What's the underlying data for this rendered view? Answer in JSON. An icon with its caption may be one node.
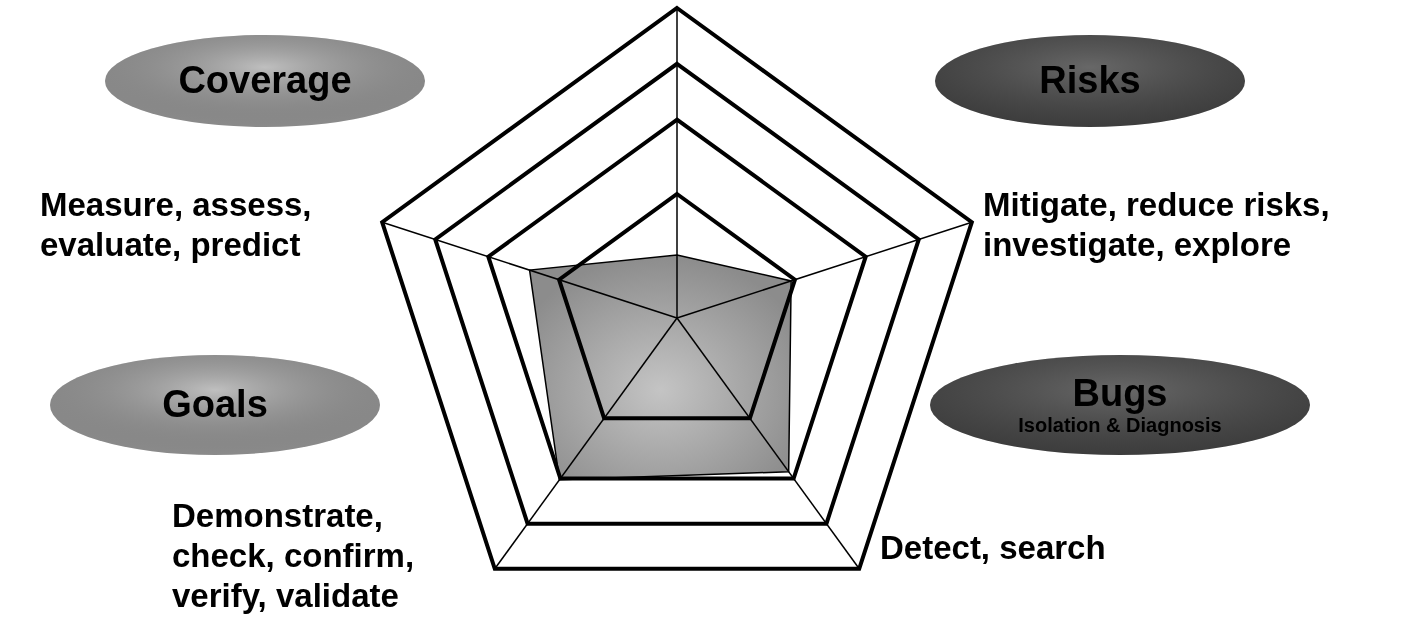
{
  "diagram": {
    "nodes": [
      {
        "text": [
          "Coverage"
        ]
      },
      {
        "text": [
          "Risks"
        ]
      },
      {
        "text": [
          "Goals"
        ]
      },
      {
        "text": [
          "Bugs",
          "Isolation & Diagnosis"
        ]
      }
    ],
    "edges": [],
    "labels": [
      "Measure, assess, evaluate, predict",
      "Mitigate, reduce risks, investigate, explore",
      "Demonstrate, check, confirm, verify, validate",
      "Detect, search"
    ]
  }
}
